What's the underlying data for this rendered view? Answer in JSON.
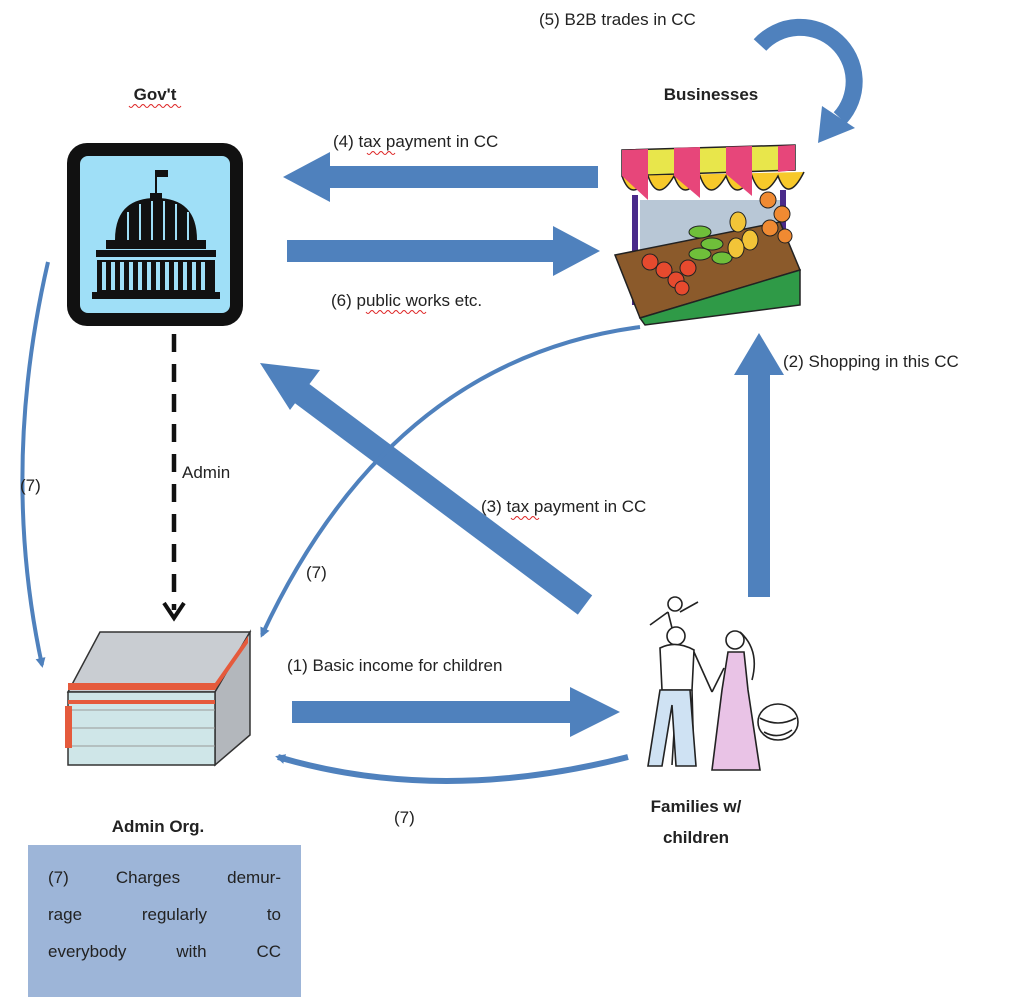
{
  "nodes": {
    "government": {
      "label": "Gov't"
    },
    "businesses": {
      "label": "Businesses"
    },
    "admin_org": {
      "label": "Admin Org."
    },
    "families": {
      "label_line1": "Families w/",
      "label_line2": "children"
    }
  },
  "flows": {
    "basic_income": "(1) Basic income for children",
    "shopping": "(2) Shopping in this CC",
    "family_tax": "(3) tax payment in CC",
    "business_tax": "(4) tax payment in CC",
    "b2b": "(5) B2B trades in CC",
    "public_works": "(6) public works etc.",
    "demurrage_gov": "(7)",
    "demurrage_business": "(7)",
    "demurrage_families": "(7)",
    "admin": "Admin"
  },
  "demurrage_note": {
    "line1": "(7) Charges demur-",
    "line2": "rage regularly to",
    "line3": "everybody with CC"
  },
  "colors": {
    "arrow": "#4f81bd",
    "gov_icon_bg": "#9fdff7",
    "note_bg": "#9db5d8",
    "ledger_red": "#e55a3c"
  }
}
